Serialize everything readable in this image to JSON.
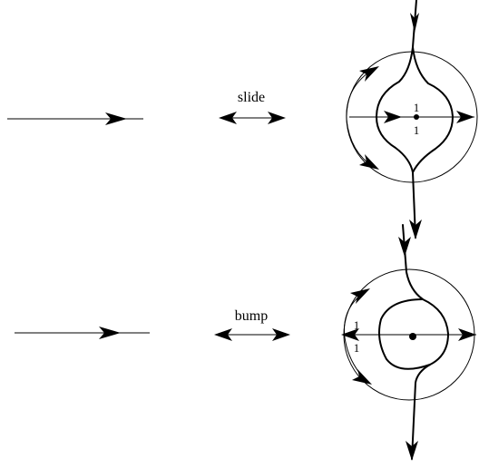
{
  "moves": [
    {
      "label": "slide",
      "crossing_top": "1",
      "crossing_bottom": "1"
    },
    {
      "label": "bump",
      "crossing_top": "1",
      "crossing_bottom": "1"
    }
  ]
}
